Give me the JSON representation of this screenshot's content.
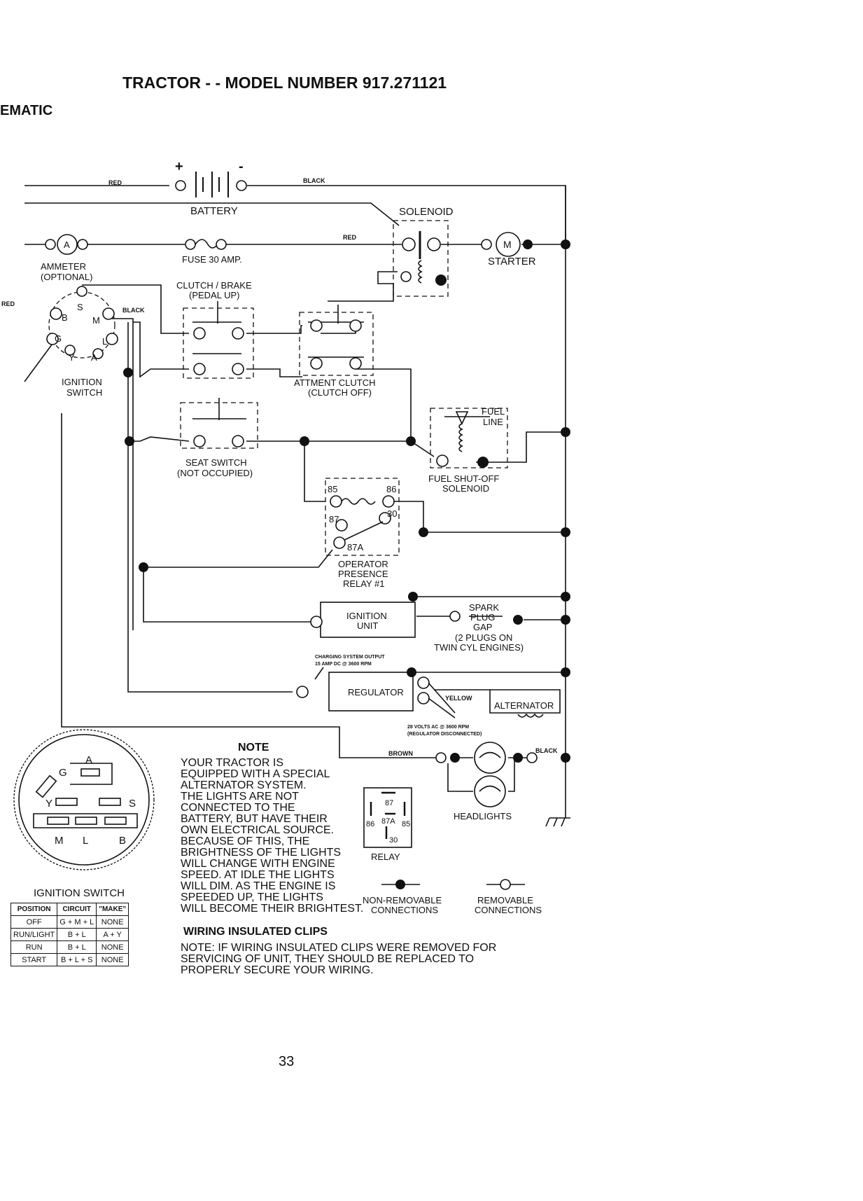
{
  "header": {
    "title": "TRACTOR - - MODEL NUMBER 917.271121",
    "left_fragment": "EMATIC"
  },
  "wire_colors": {
    "red": "RED",
    "black": "BLACK",
    "yellow": "YELLOW",
    "brown": "BROWN"
  },
  "components": {
    "battery": "BATTERY",
    "battery_plus": "+",
    "battery_minus": "-",
    "solenoid": "SOLENOID",
    "ammeter_symbol": "A",
    "ammeter": "AMMETER",
    "ammeter_optional": "(OPTIONAL)",
    "fuse": "FUSE 30 AMP.",
    "starter_symbol": "M",
    "starter": "STARTER",
    "clutch_brake": "CLUTCH / BRAKE",
    "clutch_brake_sub": "(PEDAL UP)",
    "attachment_clutch": "ATTMENT CLUTCH",
    "attachment_clutch_sub": "(CLUTCH OFF)",
    "ignition_switch_label": "IGNITION",
    "ignition_switch_label2": "SWITCH",
    "switch_terminals": [
      "B",
      "S",
      "M",
      "G",
      "L",
      "Y",
      "A"
    ],
    "fuel_line": "FUEL",
    "fuel_line2": "LINE",
    "fuel_shutoff": "FUEL SHUT-OFF",
    "fuel_shutoff2": "SOLENOID",
    "seat_switch": "SEAT SWITCH",
    "seat_switch_sub": "(NOT OCCUPIED)",
    "relay_pins": [
      "85",
      "86",
      "87",
      "30",
      "87A"
    ],
    "operator_relay": "OPERATOR",
    "operator_relay2": "PRESENCE",
    "operator_relay3": "RELAY #1",
    "ignition_unit": "IGNITION",
    "ignition_unit2": "UNIT",
    "spark_plug": "SPARK",
    "spark_plug2": "PLUG",
    "spark_plug3": "GAP",
    "spark_note": "(2 PLUGS ON",
    "spark_note2": "TWIN CYL ENGINES)",
    "charging_output": "CHARGING SYSTEM OUTPUT",
    "charging_output2": "15 AMP DC @ 3600 RPM",
    "regulator": "REGULATOR",
    "alternator": "ALTERNATOR",
    "alt_volts": "28 VOLTS AC @ 3600 RPM",
    "alt_volts2": "(REGULATOR DISCONNECTED)",
    "headlights": "HEADLIGHTS",
    "relay": "RELAY",
    "relay_face_pins": [
      "87",
      "86",
      "87A",
      "85",
      "30"
    ],
    "non_removable": "NON-REMOVABLE",
    "removable": "REMOVABLE",
    "connections": "CONNECTIONS"
  },
  "switch_face": {
    "title": "IGNITION SWITCH",
    "letters": [
      "G",
      "A",
      "Y",
      "S",
      "M",
      "L",
      "B"
    ]
  },
  "switch_table": {
    "headers": [
      "POSITION",
      "CIRCUIT",
      "\"MAKE\""
    ],
    "rows": [
      [
        "OFF",
        "G + M + L",
        "NONE"
      ],
      [
        "RUN/LIGHT",
        "B + L",
        "A + Y"
      ],
      [
        "RUN",
        "B + L",
        "NONE"
      ],
      [
        "START",
        "B + L + S",
        "NONE"
      ]
    ]
  },
  "note": {
    "heading": "NOTE",
    "lines": [
      "YOUR TRACTOR IS",
      "EQUIPPED WITH A SPECIAL",
      "ALTERNATOR SYSTEM.",
      "THE LIGHTS ARE NOT",
      "CONNECTED TO THE",
      "BATTERY, BUT HAVE THEIR",
      "OWN ELECTRICAL SOURCE.",
      "BECAUSE OF THIS, THE",
      "BRIGHTNESS OF THE LIGHTS",
      "WILL CHANGE WITH ENGINE",
      "SPEED. AT IDLE THE LIGHTS",
      "WILL DIM. AS THE ENGINE IS",
      "SPEEDED UP, THE LIGHTS",
      "WILL BECOME THEIR BRIGHTEST."
    ]
  },
  "clips": {
    "heading": "WIRING INSULATED CLIPS",
    "lines": [
      "NOTE: IF WIRING INSULATED CLIPS WERE REMOVED FOR",
      "SERVICING OF UNIT, THEY SHOULD BE REPLACED TO",
      "PROPERLY SECURE YOUR WIRING."
    ]
  },
  "page_number": "33"
}
